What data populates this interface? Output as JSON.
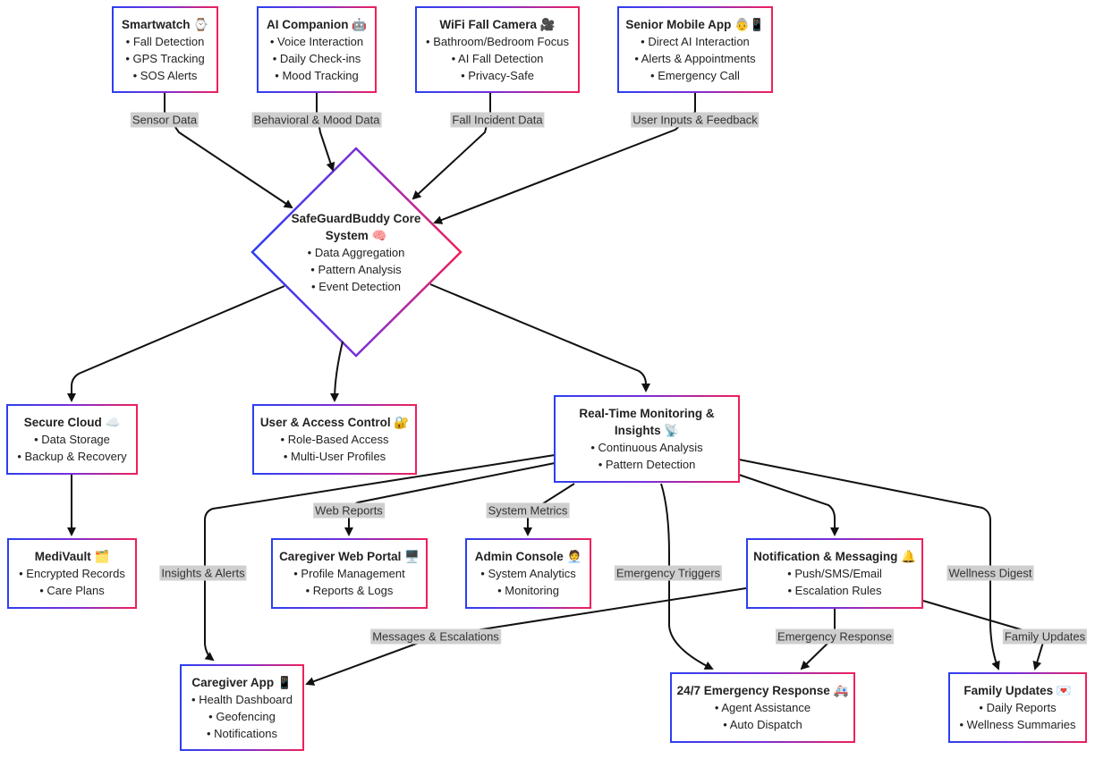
{
  "nodes": {
    "smartwatch": {
      "title": "Smartwatch ⌚",
      "items": [
        "Fall Detection",
        "GPS Tracking",
        "SOS Alerts"
      ]
    },
    "ai_companion": {
      "title": "AI Companion 🤖",
      "items": [
        "Voice Interaction",
        "Daily Check-ins",
        "Mood Tracking"
      ]
    },
    "wifi_camera": {
      "title": "WiFi Fall Camera 🎥",
      "items": [
        "Bathroom/Bedroom Focus",
        "AI Fall Detection",
        "Privacy-Safe"
      ]
    },
    "senior_app": {
      "title": "Senior Mobile App 👵📱",
      "items": [
        "Direct AI Interaction",
        "Alerts & Appointments",
        "Emergency Call"
      ]
    },
    "core": {
      "title": "SafeGuardBuddy Core System 🧠",
      "items": [
        "Data Aggregation",
        "Pattern Analysis",
        "Event Detection"
      ]
    },
    "secure_cloud": {
      "title": "Secure Cloud ☁️",
      "items": [
        "Data Storage",
        "Backup & Recovery"
      ]
    },
    "access_control": {
      "title": "User & Access Control 🔐",
      "items": [
        "Role-Based Access",
        "Multi-User Profiles"
      ]
    },
    "monitoring": {
      "title": "Real-Time Monitoring & Insights 📡",
      "items": [
        "Continuous Analysis",
        "Pattern Detection"
      ]
    },
    "medivault": {
      "title": "MediVault 🗂️",
      "items": [
        "Encrypted Records",
        "Care Plans"
      ]
    },
    "web_portal": {
      "title": "Caregiver Web Portal 🖥️",
      "items": [
        "Profile Management",
        "Reports & Logs"
      ]
    },
    "admin_console": {
      "title": "Admin Console 🧑‍💼",
      "items": [
        "System Analytics",
        "Monitoring"
      ]
    },
    "notification": {
      "title": "Notification & Messaging 🔔",
      "items": [
        "Push/SMS/Email",
        "Escalation Rules"
      ]
    },
    "caregiver_app": {
      "title": "Caregiver App 📱",
      "items": [
        "Health Dashboard",
        "Geofencing",
        "Notifications"
      ]
    },
    "emergency": {
      "title": "24/7 Emergency Response 🚑",
      "items": [
        "Agent Assistance",
        "Auto Dispatch"
      ]
    },
    "family": {
      "title": "Family Updates 💌",
      "items": [
        "Daily Reports",
        "Wellness Summaries"
      ]
    }
  },
  "edge_labels": {
    "sensor_data": "Sensor Data",
    "behavioral": "Behavioral & Mood Data",
    "fall_incident": "Fall Incident Data",
    "user_inputs": "User Inputs & Feedback",
    "web_reports": "Web Reports",
    "system_metrics": "System Metrics",
    "insights_alerts": "Insights & Alerts",
    "emergency_triggers": "Emergency Triggers",
    "wellness_digest": "Wellness Digest",
    "messages_escalations": "Messages & Escalations",
    "emergency_response": "Emergency Response",
    "family_updates": "Family Updates"
  },
  "colors": {
    "edge": "#111111",
    "border_start": "#2b3ff0",
    "border_end": "#f0205a",
    "label_bg": "#cfcfcf"
  }
}
